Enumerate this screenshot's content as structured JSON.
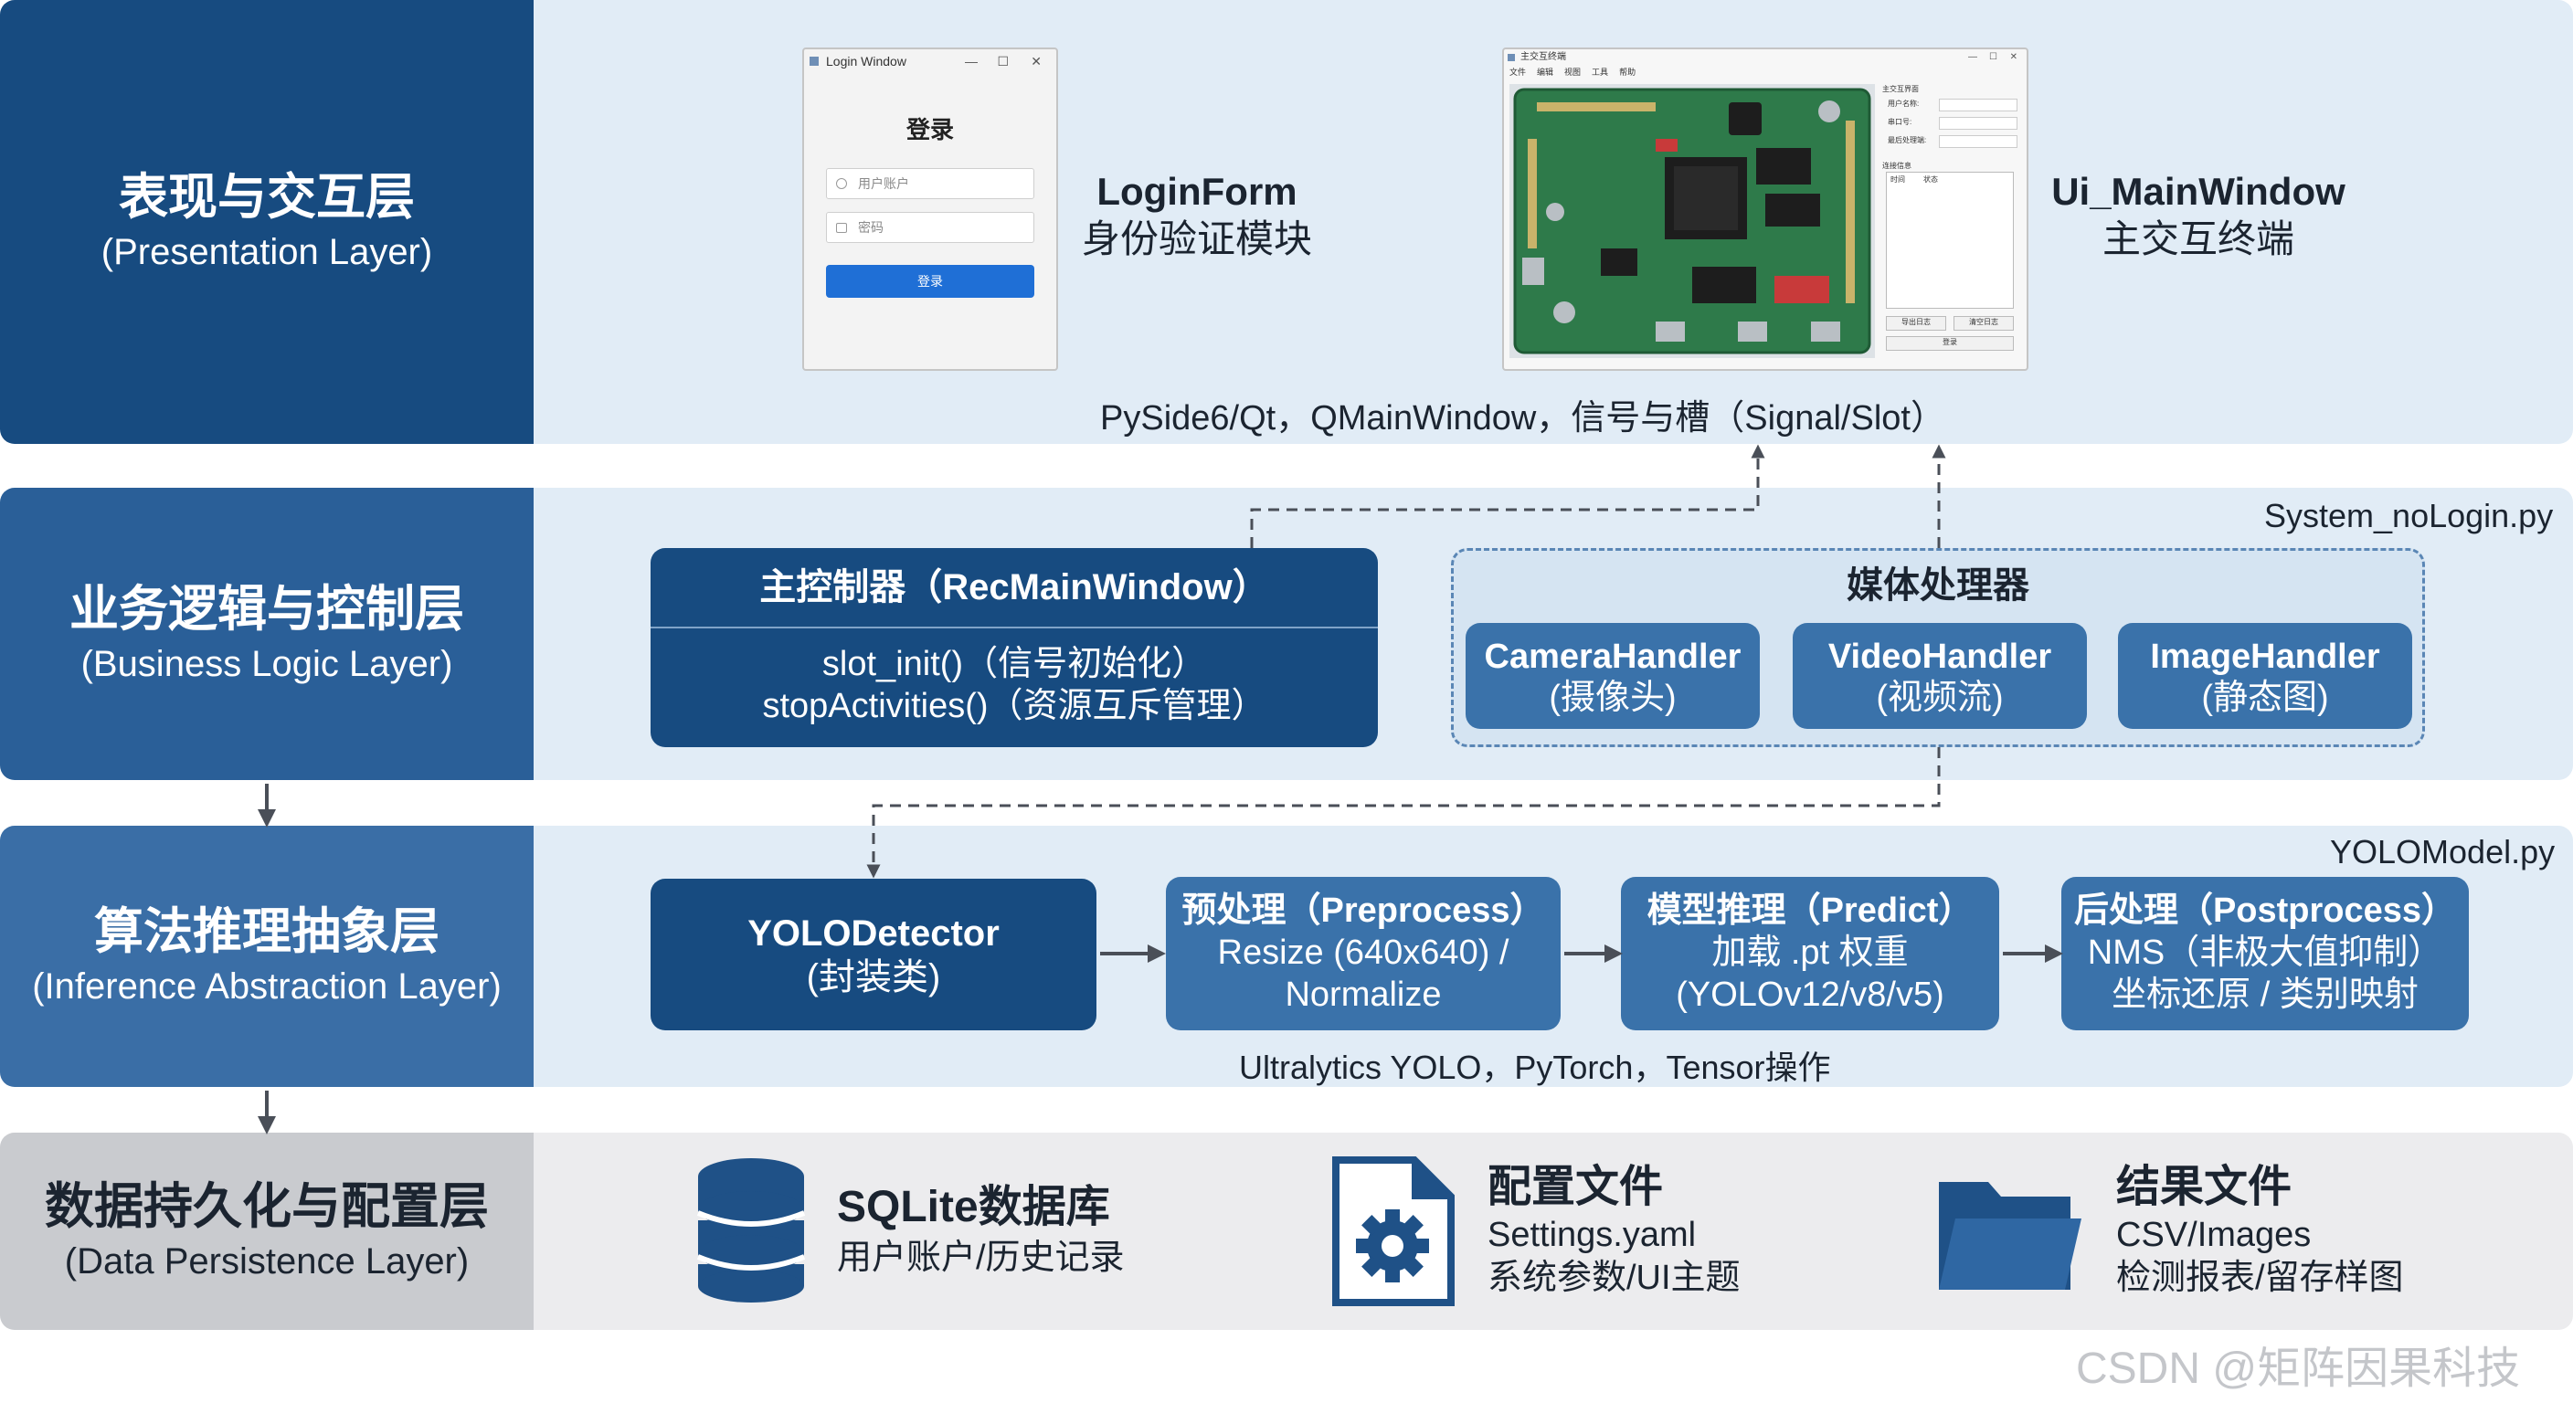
{
  "layers": {
    "presentation": {
      "zh": "表现与交互层",
      "en": "(Presentation Layer)"
    },
    "business": {
      "zh": "业务逻辑与控制层",
      "en": "(Business Logic Layer)"
    },
    "inference": {
      "zh": "算法推理抽象层",
      "en": "(Inference Abstraction Layer)"
    },
    "data": {
      "zh": "数据持久化与配置层",
      "en": "(Data Persistence Layer)"
    }
  },
  "login_window": {
    "title": "Login Window",
    "heading": "登录",
    "user_placeholder": "用户账户",
    "password_placeholder": "密码",
    "login_button": "登录"
  },
  "login_form": {
    "name": "LoginForm",
    "desc": "身份验证模块"
  },
  "main_window_thumb": {
    "title": "主交互终端",
    "menu": [
      "文件",
      "编辑",
      "视图",
      "工具",
      "帮助"
    ],
    "panel_title": "主交互界面",
    "fields": [
      "用户名称:",
      "串口号:",
      "最后处理端:"
    ],
    "log_title": "连接信息",
    "log_cols": [
      "时间",
      "状态"
    ],
    "buttons": [
      "导出日志",
      "清空日志"
    ],
    "bottom_button": "登录"
  },
  "ui_main": {
    "name": "Ui_MainWindow",
    "desc": "主交互终端"
  },
  "presentation_caption": "PySide6/Qt，QMainWindow，信号与槽（Signal/Slot）",
  "business_file": "System_noLogin.py",
  "main_controller": {
    "title": "主控制器（RecMainWindow）",
    "line1": "slot_init()（信号初始化）",
    "line2": "stopActivities()（资源互斥管理）"
  },
  "media": {
    "title": "媒体处理器",
    "handlers": [
      {
        "name": "CameraHandler",
        "desc": "(摄像头)"
      },
      {
        "name": "VideoHandler",
        "desc": "(视频流)"
      },
      {
        "name": "ImageHandler",
        "desc": "(静态图)"
      }
    ]
  },
  "inference_file": "YOLOModel.py",
  "detector": {
    "name": "YOLODetector",
    "desc": "(封装类)"
  },
  "pre": {
    "title": "预处理（Preprocess）",
    "l1": "Resize (640x640) /",
    "l2": "Normalize"
  },
  "predict": {
    "title": "模型推理（Predict）",
    "l1": "加载 .pt 权重",
    "l2": "(YOLOv12/v8/v5)"
  },
  "post": {
    "title": "后处理（Postprocess）",
    "l1": "NMS（非极大值抑制）",
    "l2": "坐标还原 / 类别映射"
  },
  "inference_caption": "Ultralytics YOLO，PyTorch，Tensor操作",
  "data_items": {
    "sqlite": {
      "title": "SQLite数据库",
      "l1": "用户账户/历史记录"
    },
    "config": {
      "title": "配置文件",
      "l1": "Settings.yaml",
      "l2": "系统参数/UI主题"
    },
    "result": {
      "title": "结果文件",
      "l1": "CSV/Images",
      "l2": "检测报表/留存样图"
    }
  },
  "watermark": "CSDN @矩阵因果科技",
  "colors": {
    "navy": "#174b80",
    "steel": "#3a72aa",
    "light_blue": "#e1ecf6",
    "light_gray": "#ececee"
  },
  "icons": [
    "database-icon",
    "config-file-icon",
    "folder-icon",
    "user-icon",
    "lock-icon"
  ]
}
